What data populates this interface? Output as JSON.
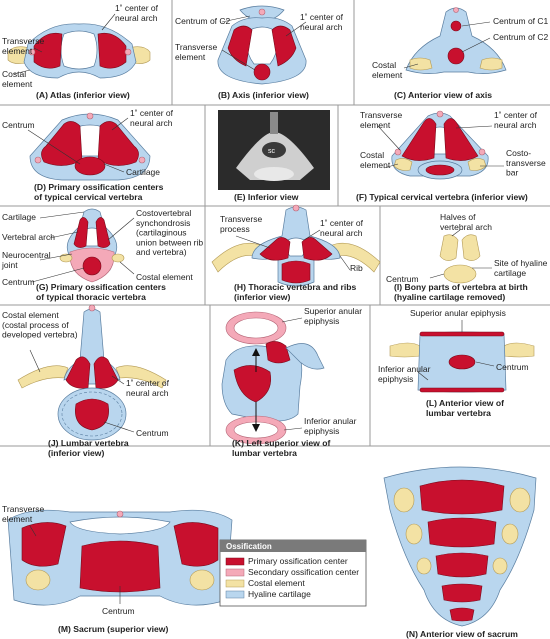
{
  "colors": {
    "primary": "#c8102e",
    "secondary": "#f4a9b8",
    "costal": "#f3e2a4",
    "hyaline": "#b9d6ee",
    "legend_header": "#7a7a7a"
  },
  "panels": {
    "A": {
      "caption": "(A) Atlas (inferior view)",
      "labels": {
        "neural_arch": "1˚ center of\nneural arch",
        "transverse": "Transverse\nelement",
        "costal": "Costal\nelement"
      }
    },
    "B": {
      "caption": "(B) Axis (inferior view)",
      "labels": {
        "centrum_c2": "Centrum of C2",
        "neural_arch": "1˚ center of\nneural arch",
        "transverse": "Transverse\nelement"
      }
    },
    "C": {
      "caption": "(C) Anterior view of axis",
      "labels": {
        "centrum_c1": "Centrum of C1",
        "centrum_c2": "Centrum of C2",
        "costal": "Costal\nelement"
      }
    },
    "D": {
      "caption": "(D) Primary ossification centers\nof typical cervical vertebra",
      "labels": {
        "centrum": "Centrum",
        "neural_arch": "1˚ center of\nneural arch",
        "cartilage": "Cartilage"
      }
    },
    "E": {
      "caption": "(E) Inferior view",
      "labels": {
        "sc": "sc"
      }
    },
    "F": {
      "caption": "(F) Typical cervical vertebra (inferior view)",
      "labels": {
        "transverse": "Transverse\nelement",
        "neural_arch": "1˚ center of\nneural arch",
        "costal": "Costal\nelement",
        "costo": "Costo-\ntransverse\nbar"
      }
    },
    "G": {
      "caption": "(G) Primary ossification centers\nof typical thoracic vertebra",
      "labels": {
        "cartilage": "Cartilage",
        "arch": "Vertebral arch",
        "neurocentral": "Neurocentral\njoint",
        "centrum": "Centrum",
        "synchondrosis": "Costovertebral\nsynchondrosis\n(cartilaginous\nunion between rib\nand vertebra)",
        "costal": "Costal element"
      }
    },
    "H": {
      "caption": "(H) Thoracic vertebra and ribs\n(inferior view)",
      "labels": {
        "transverse": "Transverse\nprocess",
        "neural_arch": "1˚ center of\nneural arch",
        "rib": "Rib"
      }
    },
    "I": {
      "caption": "(I) Bony parts of vertebra at birth\n(hyaline cartilage removed)",
      "labels": {
        "halves": "Halves of\nvertebral arch",
        "centrum": "Centrum",
        "hyaline": "Site of hyaline\ncartilage"
      }
    },
    "J": {
      "caption": "(J) Lumbar vertebra\n(inferior view)",
      "labels": {
        "costal": "Costal element\n(costal process of\ndeveloped vertebra)",
        "neural_arch": "1˚ center of\nneural arch",
        "centrum": "Centrum"
      }
    },
    "K": {
      "caption": "(K) Left superior view of\nlumbar vertebra",
      "labels": {
        "sup": "Superior anular\nepiphysis",
        "inf": "Inferior anular\nepiphysis"
      }
    },
    "L": {
      "caption": "(L) Anterior view of\nlumbar vertebra",
      "labels": {
        "sup": "Superior anular epiphysis",
        "inf": "Inferior anular\nepiphysis",
        "centrum": "Centrum"
      }
    },
    "M": {
      "caption": "(M) Sacrum (superior view)",
      "labels": {
        "transverse": "Transverse\nelement",
        "centrum": "Centrum"
      }
    },
    "N": {
      "caption": "(N) Anterior view of sacrum"
    }
  },
  "legend": {
    "title": "Ossification",
    "items": [
      "Primary ossification center",
      "Secondary ossification center",
      "Costal element",
      "Hyaline cartilage"
    ]
  }
}
